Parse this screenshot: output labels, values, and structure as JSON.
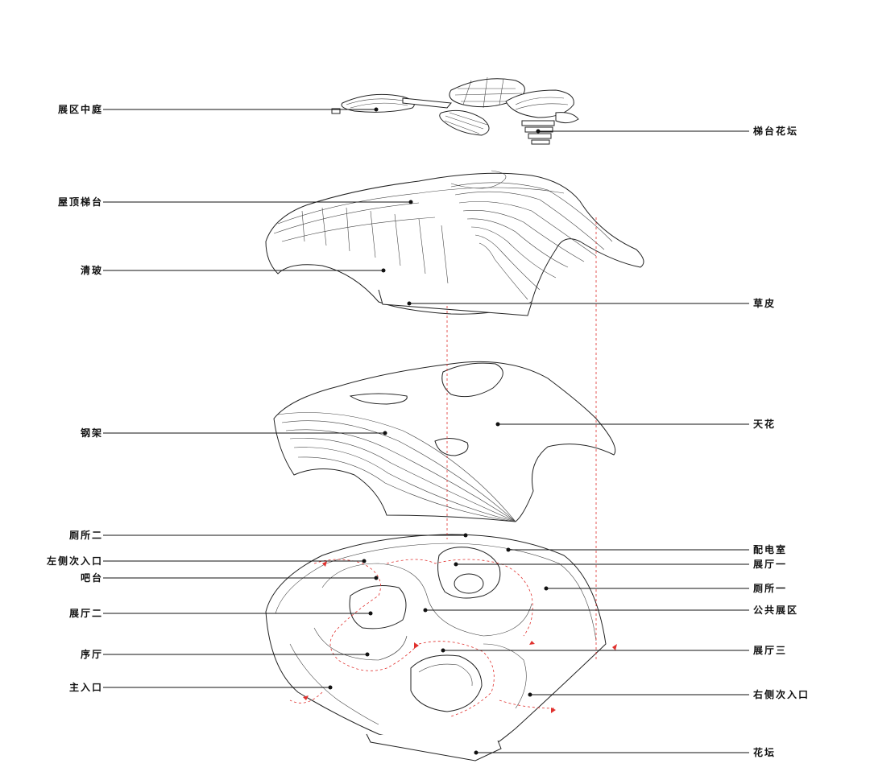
{
  "labels": {
    "zhanqu_zhongting": "展区中庭",
    "titai_huatan": "梯台花坛",
    "wuding_titai": "屋顶梯台",
    "qingbo": "清玻",
    "caopi": "草皮",
    "gangjia": "钢架",
    "tianhua": "天花",
    "cesuo_er": "厕所二",
    "peidianshi": "配电室",
    "zuoce_ciru": "左侧次入口",
    "zhanting_yi": "展厅一",
    "batai": "吧台",
    "cesuo_yi": "厕所一",
    "zhanting_er": "展厅二",
    "gonggong_zhanqu": "公共展区",
    "xuting": "序厅",
    "zhanting_san": "展厅三",
    "zhu_rukou": "主入口",
    "youce_ciru": "右侧次入口",
    "huatan": "花坛"
  },
  "colors": {
    "ink": "#111111",
    "circulation": "#e0312e"
  }
}
